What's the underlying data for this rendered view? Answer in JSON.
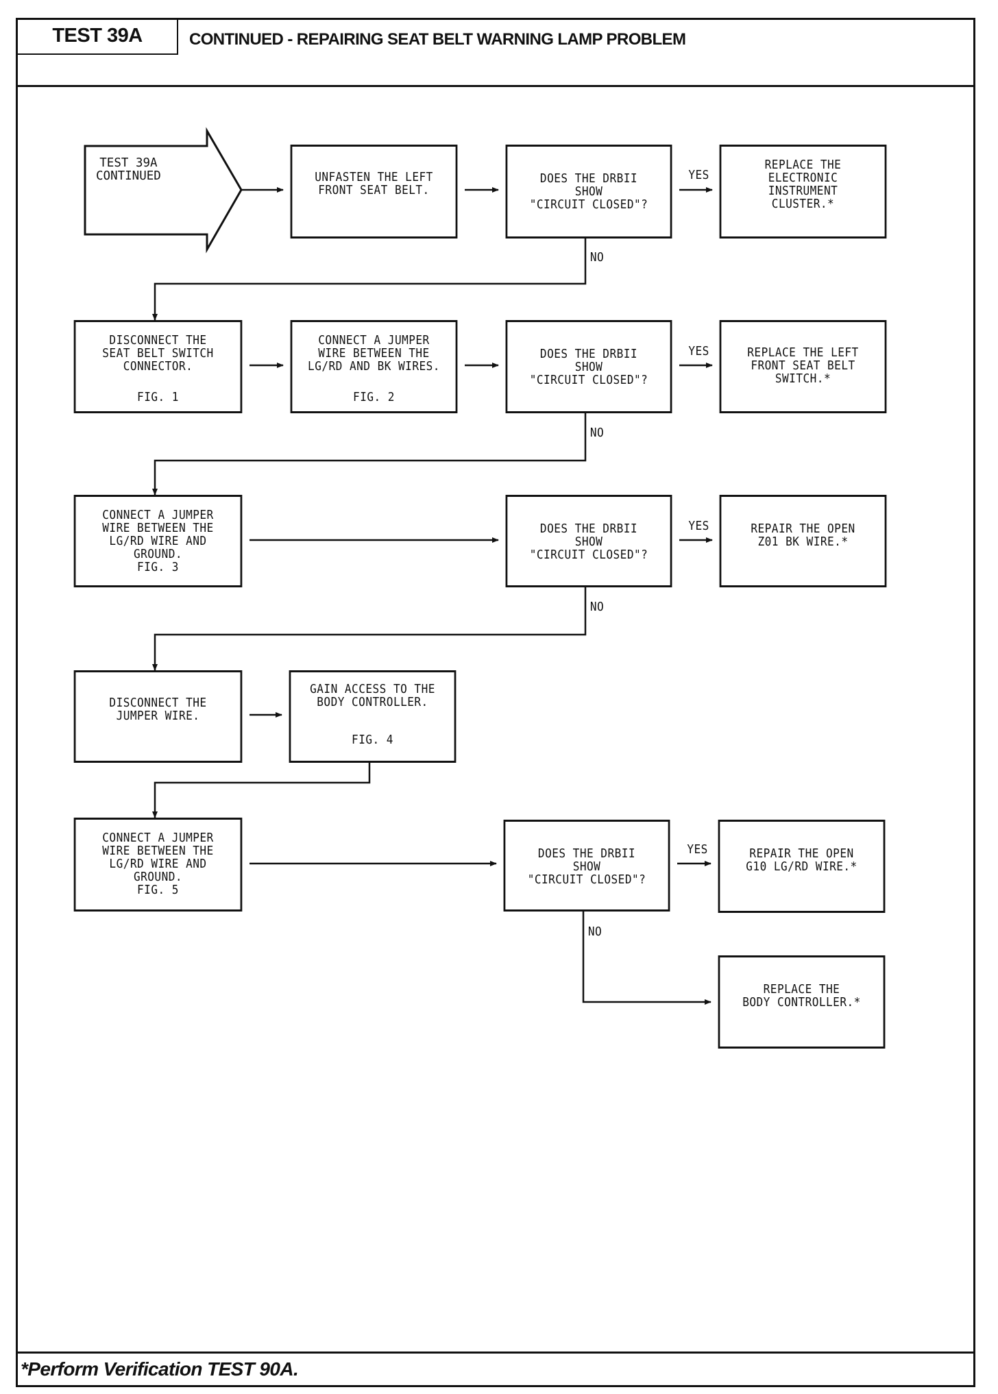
{
  "header": {
    "test_id": "TEST 39A",
    "title": "CONTINUED - REPAIRING SEAT BELT WARNING LAMP PROBLEM"
  },
  "footer": {
    "note": "*Perform Verification TEST 90A."
  },
  "flowchart": {
    "start": {
      "text": "TEST 39A\nCONTINUED"
    },
    "nodes": {
      "step_unfasten": {
        "text": "UNFASTEN THE LEFT\nFRONT SEAT BELT."
      },
      "q1": {
        "text": "DOES THE DRBII\nSHOW\n\"CIRCUIT CLOSED\"?"
      },
      "r1": {
        "text": "REPLACE THE\nELECTRONIC\nINSTRUMENT\nCLUSTER.*"
      },
      "step_disconnect_switch": {
        "text": "DISCONNECT THE\nSEAT BELT SWITCH\nCONNECTOR.",
        "fig": "FIG. 1"
      },
      "step_jumper_lgrd_bk": {
        "text": "CONNECT A JUMPER\nWIRE BETWEEN THE\nLG/RD AND BK WIRES.",
        "fig": "FIG. 2"
      },
      "q2": {
        "text": "DOES THE DRBII\nSHOW\n\"CIRCUIT CLOSED\"?"
      },
      "r2": {
        "text": "REPLACE THE LEFT\nFRONT SEAT BELT\nSWITCH.*"
      },
      "step_jumper_ground_1": {
        "text": "CONNECT A JUMPER\nWIRE BETWEEN THE\nLG/RD WIRE AND\nGROUND.\nFIG. 3"
      },
      "q3": {
        "text": "DOES THE DRBII\nSHOW\n\"CIRCUIT CLOSED\"?"
      },
      "r3": {
        "text": "REPAIR THE OPEN\nZ01 BK WIRE.*"
      },
      "step_disconnect_jumper": {
        "text": "DISCONNECT THE\nJUMPER WIRE."
      },
      "step_access_body": {
        "text": "GAIN ACCESS TO THE\nBODY CONTROLLER.",
        "fig": "FIG. 4"
      },
      "step_jumper_ground_2": {
        "text": "CONNECT A JUMPER\nWIRE BETWEEN THE\nLG/RD WIRE AND\nGROUND.\nFIG. 5"
      },
      "q4": {
        "text": "DOES THE DRBII\nSHOW\n\"CIRCUIT CLOSED\"?"
      },
      "r4": {
        "text": "REPAIR THE OPEN\nG10 LG/RD WIRE.*"
      },
      "r5": {
        "text": "REPLACE THE\nBODY CONTROLLER.*"
      }
    },
    "labels": {
      "yes": "YES",
      "no": "NO"
    }
  }
}
